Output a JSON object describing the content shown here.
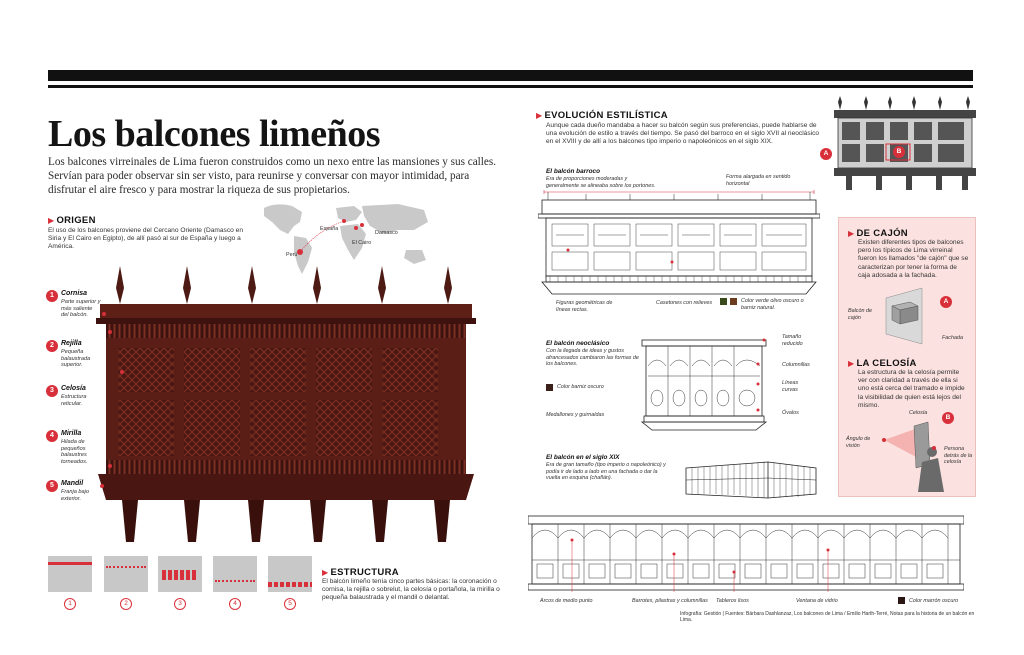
{
  "title": "Los balcones limeños",
  "intro": "Los balcones virreinales de Lima fueron construidos como un nexo entre las mansiones y sus calles. Servían para poder observar sin ser visto, para reunirse y conversar con mayor intimidad, para disfrutar el aire fresco y para mostrar la riqueza de sus propietarios.",
  "origen": {
    "heading": "ORIGEN",
    "text": "El uso de los balcones proviene del Cercano Oriente (Damasco en Siria y El Cairo en Egipto), de allí pasó al sur de España y luego a América.",
    "map_labels": {
      "espana": "España",
      "damasco": "Damasco",
      "el_cairo": "El Cairo",
      "peru": "Perú"
    }
  },
  "parts": [
    {
      "num": "1",
      "name": "Cornisa",
      "desc": "Parte superior y más saliente del balcón."
    },
    {
      "num": "2",
      "name": "Rejilla",
      "desc": "Pequeña balaustrada superior."
    },
    {
      "num": "3",
      "name": "Celosía",
      "desc": "Estructura reticular."
    },
    {
      "num": "4",
      "name": "Mirilla",
      "desc": "Hilada de pequeños balaustres torneados."
    },
    {
      "num": "5",
      "name": "Mandil",
      "desc": "Franja bajo exterior."
    }
  ],
  "estructura": {
    "heading": "ESTRUCTURA",
    "text": "El balcón limeño tenía cinco partes básicas: la coronación o cornisa, la rejilla o sobrelut, la celosía o portañola, la mirilla o pequeña balaustrada y el mandil o delantal.",
    "thumbs": [
      "1",
      "2",
      "3",
      "4",
      "5"
    ]
  },
  "evolucion": {
    "heading": "EVOLUCIÓN ESTILÍSTICA",
    "text": "Aunque cada dueño mandaba a hacer su balcón según sus preferencias, puede hablarse de una evolución de estilo a través del tiempo. Se pasó del barroco en el siglo XVII al neoclásico en el XVIII y de allí a los balcones tipo imperio o napoleónicos en el siglo XIX."
  },
  "barroco": {
    "title": "El balcón barroco",
    "desc": "Era de proporciones moderadas y generalmente se alineaba sobre los portones.",
    "label_forma": "Forma alargada en sentido horizontal",
    "label_figuras": "Figuras geométricas de líneas rectas.",
    "label_casetones": "Casetones con relieves",
    "label_color": "Color verde olivo oscuro o barniz natural."
  },
  "neoclasico": {
    "title": "El balcón neoclásico",
    "desc": "Con la llegada de ideas y gustos afrancesados cambiaron las formas de los balcones.",
    "label_tamano": "Tamaño reducido",
    "label_columnillas": "Columnillas",
    "label_lineas": "Líneas curvas",
    "label_ovalos": "Óvalos",
    "label_medallones": "Medallones y guirnaldas",
    "label_color": "Color barniz oscuro"
  },
  "siglo_xix": {
    "title": "El balcón en el siglo XIX",
    "desc": "Era de gran tamaño (tipo imperio o napoleónico) y podía ir de lado a lado en una fachada o dar la vuelta en esquina (chaflán).",
    "label_arcos": "Arcos de medio punto",
    "label_barrotes": "Barrotes, pilastras y columnillas",
    "label_tableros": "Tableros lisos",
    "label_ventana": "Ventana de vidrio",
    "label_color": "Color marrón oscuro"
  },
  "cajon": {
    "heading": "DE CAJÓN",
    "text": "Existen diferentes tipos de balcones pero los típicos de Lima virreinal fueron los llamados \"de cajón\" que se caracterizan por tener la forma de caja adosada a la fachada.",
    "label_balcon": "Balcón de cajón",
    "label_fachada": "Fachada",
    "callout": "A"
  },
  "celosia": {
    "heading": "LA CELOSÍA",
    "text": "La estructura de la celosía permite ver con claridad a través de ella si uno está cerca del tramado e impide la visibilidad de quien está lejos del mismo.",
    "label_celosia": "Celosía",
    "label_angulo": "Ángulo de visión",
    "label_persona": "Persona detrás de la celosía",
    "callout": "B"
  },
  "top_callouts": [
    "A",
    "B"
  ],
  "credit": "Infografía: Gestión | Fuentes: Bárbara Dashlanzaz, Los balcones de Lima / Emilio Harth-Terré, Notas para la historia de un balcón en Lima.",
  "colors": {
    "accent": "#d8303a",
    "wood": "#5a1e16",
    "barroco_color_a": "#3b4a1c",
    "barroco_color_b": "#6b3b1e",
    "neo_color": "#3a2018",
    "xix_color": "#2a1612",
    "panel_bg": "#fbe2e0"
  }
}
